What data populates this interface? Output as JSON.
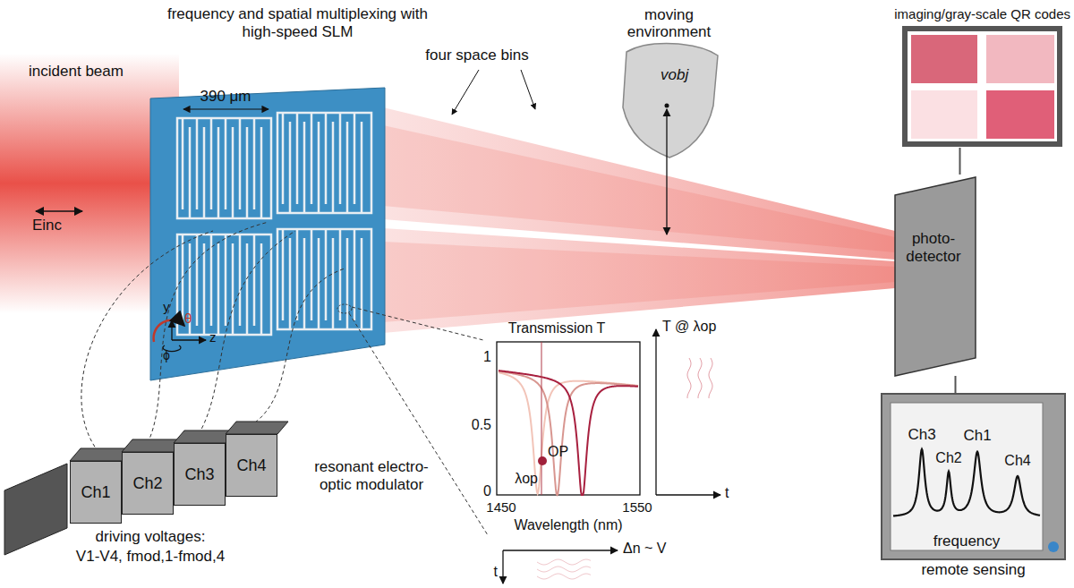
{
  "diagram": {
    "title": "frequency and spatial multiplexing with high-speed SLM",
    "nodes": [
      {
        "text": [
          "imaging/gray-scale QR codes"
        ]
      },
      {
        "text": [
          "moving environment",
          "vobj"
        ]
      },
      {
        "text": [
          "photo-detector"
        ]
      },
      {
        "text": [
          "frequency",
          "remote sensing"
        ]
      },
      {
        "text": [
          "Ch1"
        ]
      },
      {
        "text": [
          "Ch2"
        ]
      },
      {
        "text": [
          "Ch3"
        ]
      },
      {
        "text": [
          "Ch4"
        ]
      }
    ],
    "edges": [
      {
        "from": 2,
        "to": 0,
        "arrow": "none"
      },
      {
        "from": 2,
        "to": 3,
        "arrow": "none"
      }
    ],
    "labels": [
      "incident beam",
      "Einc",
      "390 μm",
      "four space bins",
      "resonant electro-optic modulator",
      "driving voltages:",
      "V1-V4, fmod,1-fmod,4",
      "Transmission T",
      "1",
      "0.5",
      "0",
      "1450",
      "1550",
      "Wavelength (nm)",
      "λop",
      "OP",
      "T @ λop",
      "t",
      "t",
      "Δn ~ V",
      "Ch3",
      "Ch2",
      "Ch1",
      "Ch4",
      "y",
      "z",
      "θ",
      "ϕ"
    ]
  }
}
